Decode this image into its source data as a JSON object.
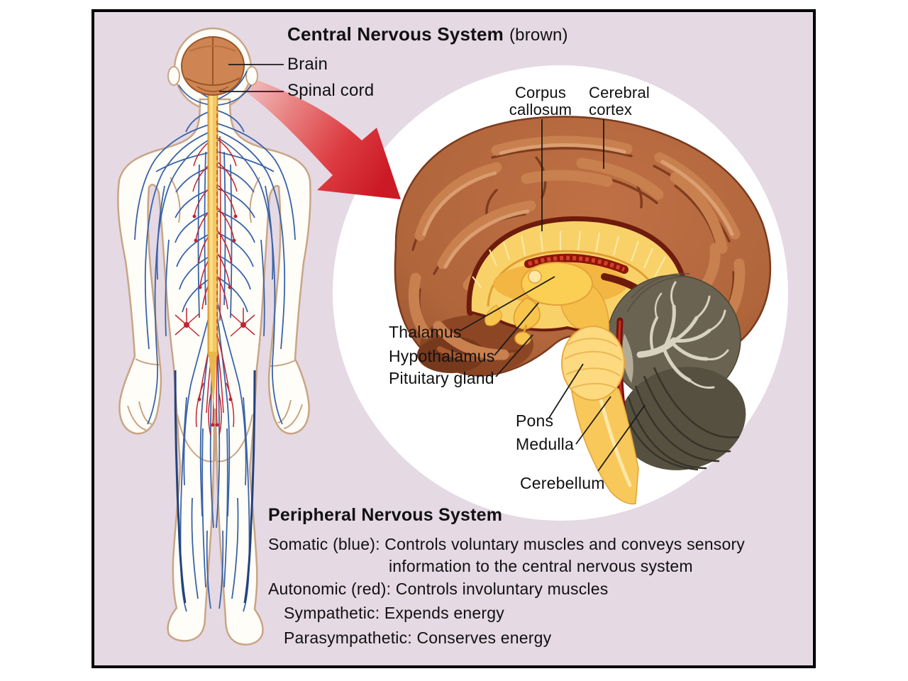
{
  "colors": {
    "frame_background": "#e5d9e4",
    "circle_background": "#ffffff",
    "cns_brown": "#b0653b",
    "somatic_nerve_blue": "#3a63a8",
    "autonomic_nerve_red": "#c2232f",
    "spinal_cord_yellow": "#f5c95e",
    "arrow_red": "#cb1a26",
    "cerebellum_gray": "#6b6352",
    "text_color": "#111111"
  },
  "cns": {
    "title": "Central Nervous System",
    "title_note": "(brown)",
    "brain_label": "Brain",
    "spinal_cord_label": "Spinal cord"
  },
  "brain_labels": {
    "corpus_callosum": [
      "Corpus",
      "callosum"
    ],
    "cerebral_cortex": [
      "Cerebral",
      "cortex"
    ],
    "thalamus": "Thalamus",
    "hypothalamus": "Hypothalamus",
    "pituitary_gland": "Pituitary gland",
    "pons": "Pons",
    "medulla": "Medulla",
    "cerebellum": "Cerebellum"
  },
  "pns": {
    "title": "Peripheral Nervous System",
    "somatic_label": "Somatic (blue): Controls voluntary muscles and conveys sensory",
    "somatic_cont": "information to the central nervous system",
    "autonomic": "Autonomic (red): Controls involuntary muscles",
    "sympathetic": "Sympathetic: Expends energy",
    "parasympathetic": "Parasympathetic: Conserves energy"
  }
}
